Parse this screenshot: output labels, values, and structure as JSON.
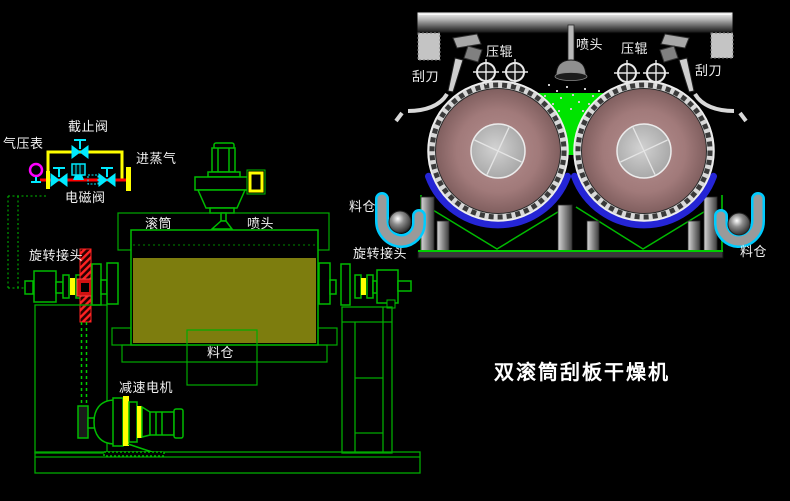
{
  "title": "双滚筒刮板干燥机",
  "schematic": {
    "labels": {
      "pressure_gauge": "气压表",
      "stop_valve": "截止阀",
      "steam_inlet": "进蒸气",
      "solenoid_valve": "电磁阀",
      "drum": "滚筒",
      "spray_nozzle": "喷头",
      "rotary_joint_left": "旋转接头",
      "rotary_joint_right": "旋转接头",
      "hopper": "料仓",
      "gear_motor": "减速电机"
    }
  },
  "illustration": {
    "labels": {
      "scraper_left": "刮刀",
      "press_roller_left": "压辊",
      "spray_nozzle": "喷头",
      "press_roller_right": "压辊",
      "scraper_right": "刮刀",
      "hopper_left": "料仓",
      "hopper_right": "料仓"
    }
  },
  "colors": {
    "background": "#000000",
    "cad_line_green": "#00bb00",
    "bright_green": "#00e400",
    "pipe_yellow": "#ffff00",
    "pipe_red": "#ff0000",
    "valve_cyan": "#00eaff",
    "gauge_magenta": "#ff00ff",
    "drum_fill_olive": "#7d7d0e",
    "gear_red": "#ff2222",
    "drum_body_mauve": "#9a7070",
    "drum_coating_blue": "#2525d5",
    "hopper_outline_cyan": "#00ccff",
    "metal_gray": "#c0c0c0",
    "label_white": "#f0f0f0"
  }
}
